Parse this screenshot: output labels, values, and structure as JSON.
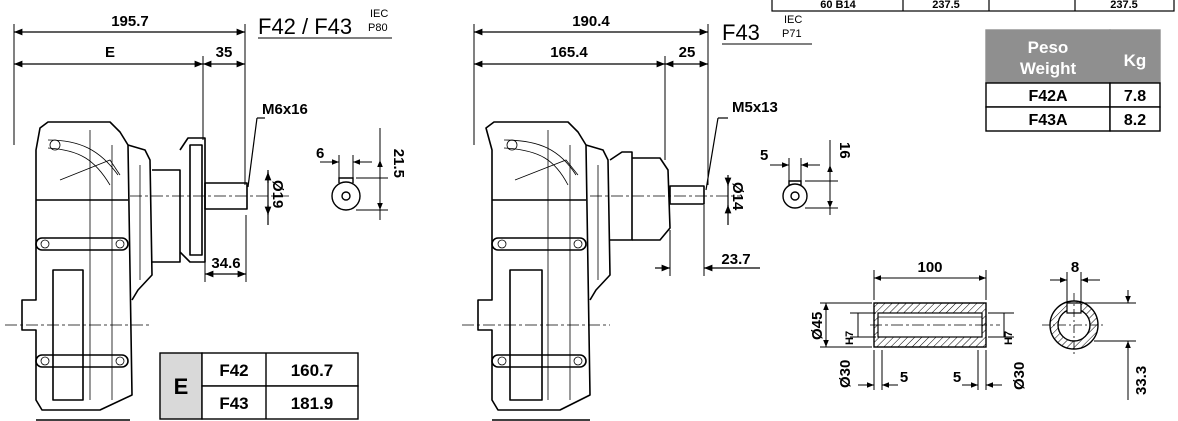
{
  "drawing1": {
    "overall_length": "195.7",
    "e_label": "E",
    "flange_length": "35",
    "title": "F42 / F43",
    "iec": "IEC",
    "iec_code": "P80",
    "thread": "M6x16",
    "key_width": "6",
    "key_height": "21.5",
    "shaft_dia": "Ø19",
    "shaft_length": "34.6"
  },
  "drawing2": {
    "overall_length": "190.4",
    "inner_length": "165.4",
    "flange_length": "25",
    "title": "F43",
    "iec": "IEC",
    "iec_code": "P71",
    "thread": "M5x13",
    "key_width": "5",
    "key_height": "16",
    "shaft_dia": "Ø14",
    "shaft_length": "23.7"
  },
  "hollow_shaft": {
    "length": "100",
    "outer_dia": "Ø45",
    "bore_dia": "Ø30",
    "tol": "H7",
    "chamfer_left": "5",
    "chamfer_right": "5",
    "key_width": "8",
    "key_height": "33.3"
  },
  "e_table": {
    "label": "E",
    "rows": [
      {
        "model": "F42",
        "value": "160.7"
      },
      {
        "model": "F43",
        "value": "181.9"
      }
    ]
  },
  "weight_table": {
    "header1": "Peso",
    "header2": "Weight",
    "unit": "Kg",
    "rows": [
      {
        "model": "F42A",
        "value": "7.8"
      },
      {
        "model": "F43A",
        "value": "8.2"
      }
    ]
  },
  "top_table_fragment": {
    "cell1": "60 B14",
    "cell2": "237.5",
    "cell3": "237.5"
  },
  "colors": {
    "line": "#000000",
    "table_header": "#8f8f8f",
    "table_label": "#d9d9d9"
  }
}
